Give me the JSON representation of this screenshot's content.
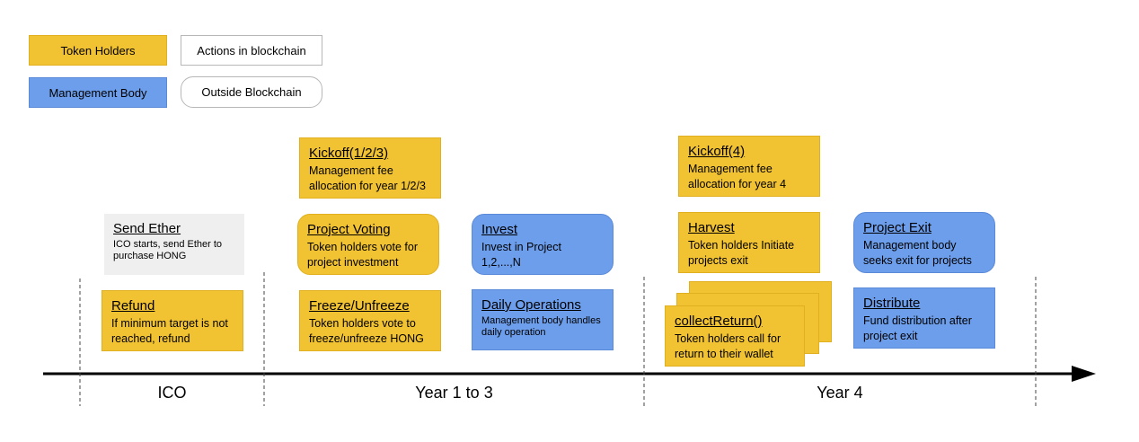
{
  "legend": {
    "token_holders": "Token Holders",
    "actions_in_blockchain": "Actions in blockchain",
    "management_body": "Management Body",
    "outside_blockchain": "Outside Blockchain"
  },
  "colors": {
    "token_holders": "#f1c232",
    "management_body": "#6d9eeb",
    "outside_blockchain": "#efefef"
  },
  "steps": {
    "send_ether": {
      "title": "Send Ether",
      "desc": "ICO starts, send Ether to purchase HONG"
    },
    "refund": {
      "title": "Refund",
      "desc": "If minimum target is not reached, refund"
    },
    "kickoff_123": {
      "title": "Kickoff(1/2/3)",
      "desc": "Management fee allocation for year 1/2/3"
    },
    "project_voting": {
      "title": "Project Voting",
      "desc": "Token holders vote for project investment"
    },
    "freeze": {
      "title": "Freeze/Unfreeze",
      "desc": "Token holders vote to freeze/unfreeze HONG"
    },
    "invest": {
      "title": "Invest",
      "desc": "Invest in Project 1,2,...,N"
    },
    "daily_ops": {
      "title": "Daily Operations",
      "desc": "Management body handles daily operation"
    },
    "kickoff_4": {
      "title": "Kickoff(4)",
      "desc": "Management fee allocation for year 4"
    },
    "harvest": {
      "title": "Harvest",
      "desc": "Token holders Initiate projects exit"
    },
    "collect_return": {
      "title": "collectReturn()",
      "desc": "Token holders call for return to their wallet"
    },
    "project_exit": {
      "title": "Project Exit",
      "desc": "Management body seeks exit for projects"
    },
    "distribute": {
      "title": "Distribute",
      "desc": "Fund distribution after project exit"
    }
  },
  "timeline": {
    "phases": [
      "ICO",
      "Year 1 to 3",
      "Year 4"
    ]
  }
}
